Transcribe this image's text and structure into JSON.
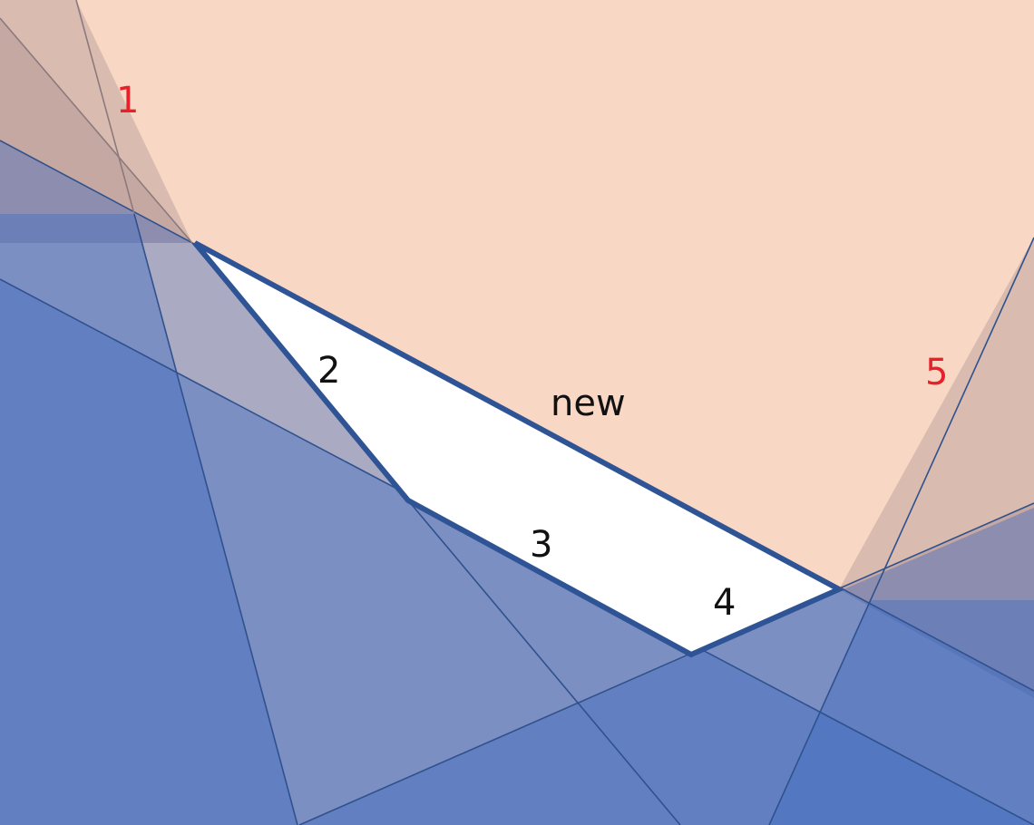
{
  "colors": {
    "peach_region": "#f8d8c4",
    "brown_overlay": "#9c7f86",
    "blue_overlay": "#3d6cc0",
    "boundary_line": "#2f518d",
    "edge_line": "#8a7a7e",
    "highlight_fill": "#ffffff",
    "highlight_stroke": "#2f5496",
    "red_label": "#e8202a",
    "black_label": "#111111"
  },
  "labels": {
    "one": "1",
    "two": "2",
    "three": "3",
    "four": "4",
    "five": "5",
    "new": "new"
  }
}
